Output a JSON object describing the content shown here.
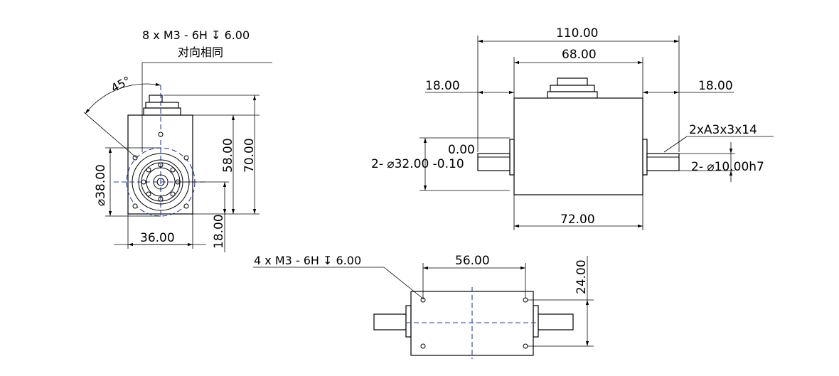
{
  "front_view": {
    "thread_note": "8 x  M3 - 6H ↧ 6.00",
    "thread_note_sub": "对向相同",
    "angle": "45°",
    "dia_38": "⌀38.00",
    "dim_58": "58.00",
    "dim_70": "70.00",
    "dim_36": "36.00",
    "dim_18": "18.00"
  },
  "side_view": {
    "dim_110": "110.00",
    "dim_68": "68.00",
    "dim_18_left": "18.00",
    "dim_18_right": "18.00",
    "dim_72": "72.00",
    "tol_upper": "0.00",
    "dia_32": "2- ⌀32.00 -0.10",
    "key_note": "2xA3x3x14",
    "dia_10": "2- ⌀10.00h7"
  },
  "top_view": {
    "thread_note": "4 x  M3 - 6H ↧ 6.00",
    "dim_56": "56.00",
    "dim_24": "24.00"
  },
  "colors": {
    "lines": "#000000",
    "centerline": "#1f3fb8",
    "background": "#ffffff"
  }
}
